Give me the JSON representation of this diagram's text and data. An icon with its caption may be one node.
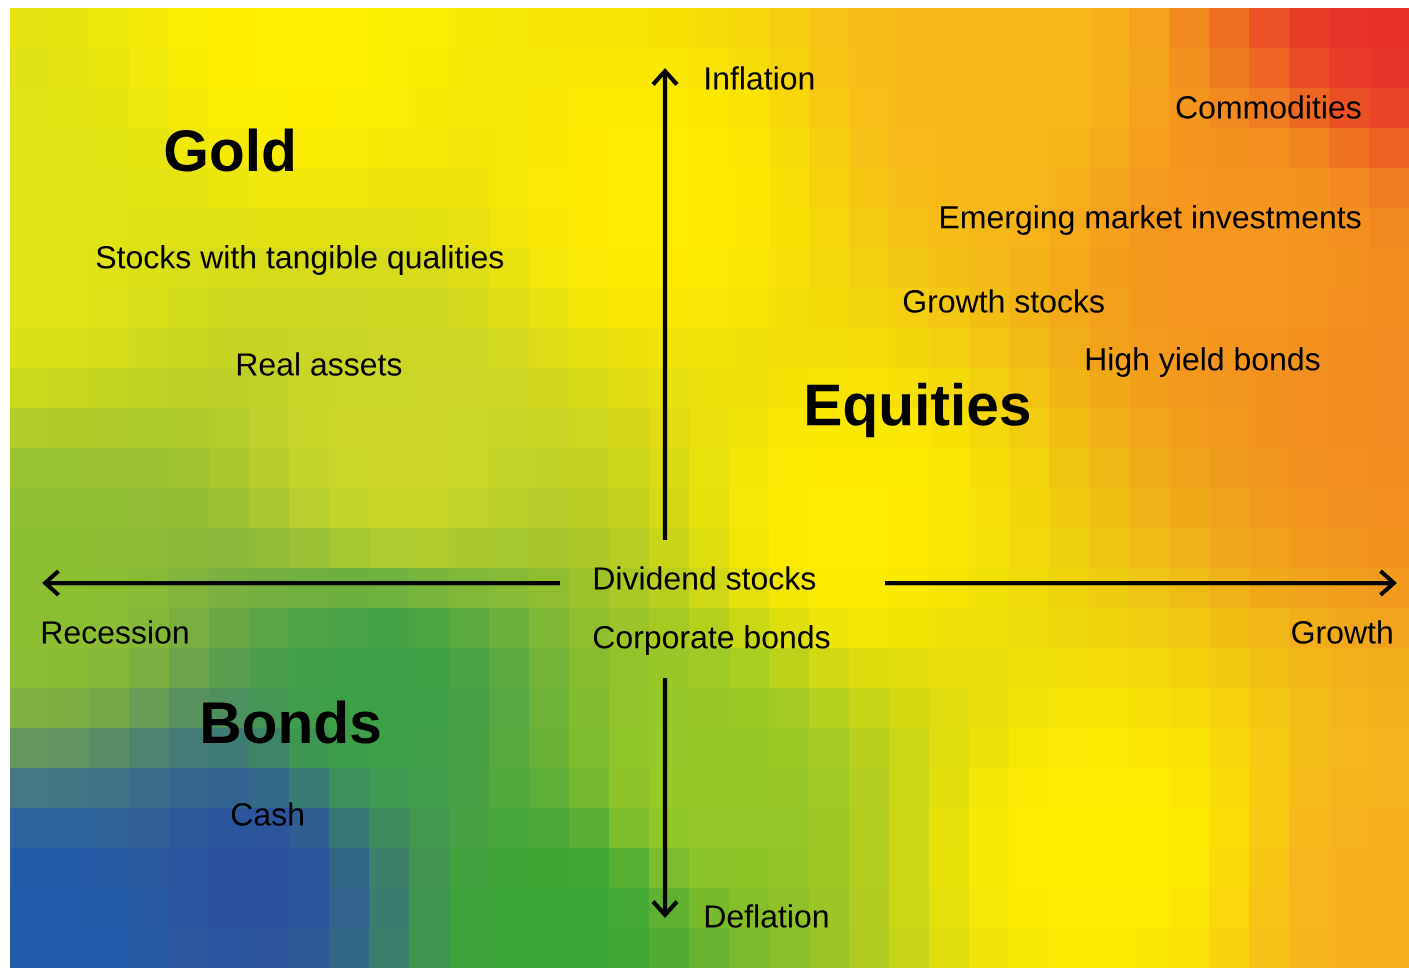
{
  "diagram": {
    "labels": [
      "Inflation",
      "Commodities",
      "Gold",
      "Emerging market investments",
      "Stocks with tangible qualities",
      "Growth stocks",
      "High yield bonds",
      "Real assets",
      "Equities",
      "Dividend stocks",
      "Recession",
      "Corporate bonds",
      "Growth",
      "Bonds",
      "Cash",
      "Deflation"
    ]
  }
}
